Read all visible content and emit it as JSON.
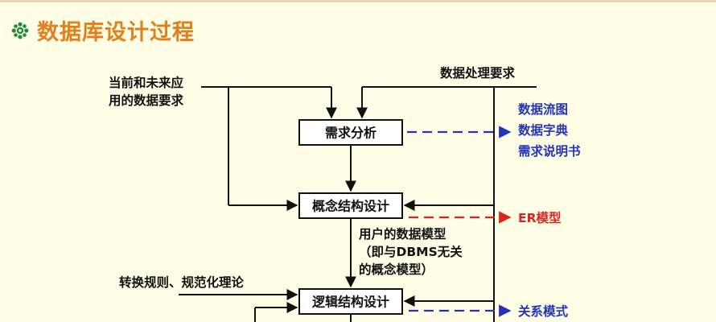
{
  "title": "数据库设计过程",
  "colors": {
    "title": "#e2801c",
    "blue_output": "#2434b8",
    "red_output": "#d8261e",
    "line": "#111111",
    "background": "#fffde6"
  },
  "icons": {
    "title_bullet": "gear-flower-icon"
  },
  "inputs": {
    "current_future_line1": "当前和未来应",
    "current_future_line2": "用的数据要求",
    "processing": "数据处理要求",
    "conversion_rules": "转换规则、规范化理论"
  },
  "stages": {
    "requirements": "需求分析",
    "conceptual": "概念结构设计",
    "logical": "逻辑结构设计"
  },
  "outputs": {
    "requirements": [
      "数据流图",
      "数据字典",
      "需求说明书"
    ],
    "conceptual": "ER模型",
    "logical": "关系模式"
  },
  "annotation": {
    "line1": "用户的数据模型",
    "line2": "（即与DBMS无关",
    "line3": "的概念模型）"
  }
}
